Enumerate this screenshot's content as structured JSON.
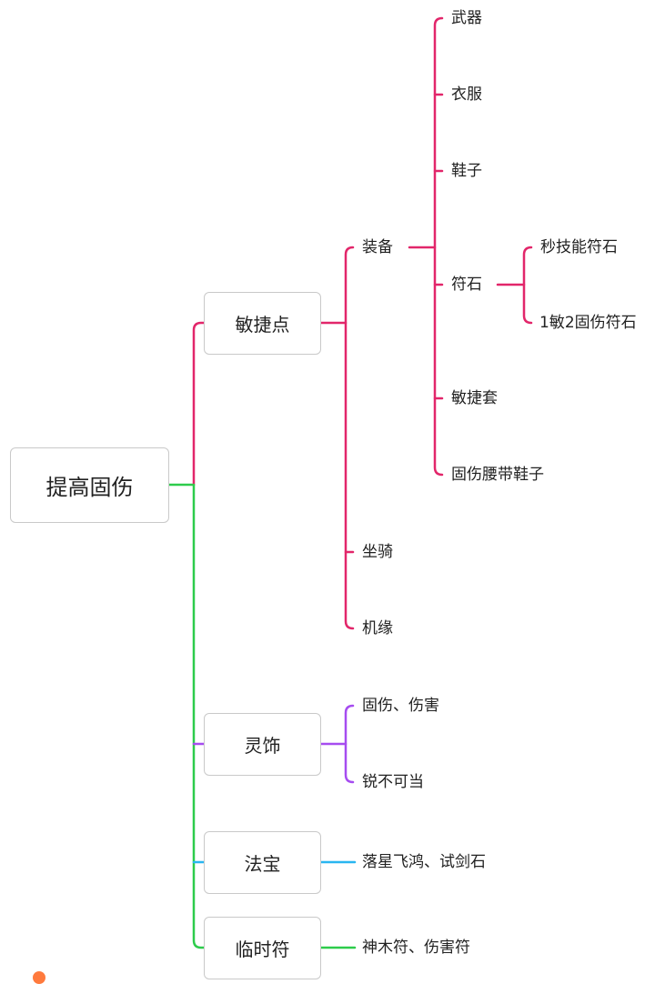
{
  "colors": {
    "pink": "#e2266a",
    "green": "#2dcc4b",
    "purple": "#a64cf0",
    "cyan": "#29b6f0"
  },
  "root": {
    "label": "提高固伤"
  },
  "branches": {
    "agility": {
      "label": "敏捷点",
      "items": {
        "equipment": {
          "label": "装备",
          "children": {
            "weapon": "武器",
            "clothes": "衣服",
            "shoes": "鞋子",
            "runes": {
              "label": "符石",
              "children": {
                "skill_rune": "秒技能符石",
                "agility_rune": "1敏2固伤符石"
              }
            },
            "agility_set": "敏捷套",
            "belt_shoes": "固伤腰带鞋子"
          }
        },
        "mount": "坐骑",
        "fortune": "机缘"
      }
    },
    "ornament": {
      "label": "灵饰",
      "items": {
        "damage": "固伤、伤害",
        "unstoppable": "锐不可当"
      }
    },
    "artifact": {
      "label": "法宝",
      "item": "落星飞鸿、试剑石"
    },
    "talisman": {
      "label": "临时符",
      "item": "神木符、伤害符"
    }
  }
}
